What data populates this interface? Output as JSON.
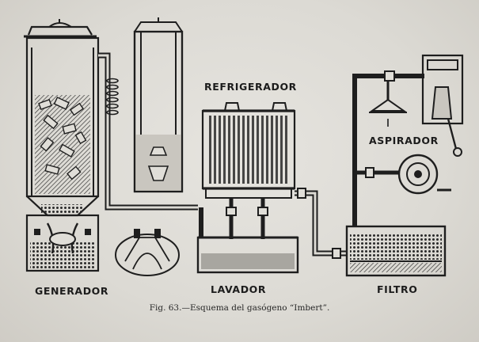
{
  "labels": {
    "generador": "GENERADOR",
    "refrigerador": "REFRIGERADOR",
    "aspirador": "ASPIRADOR",
    "lavador": "LAVADOR",
    "filtro": "FILTRO"
  },
  "caption": "Fig. 63.—Esquema del gasógeno “Imbert”.",
  "colors": {
    "ink": "#1e1e1e",
    "paper": "#dcdad4",
    "shade": "#7a7872"
  }
}
